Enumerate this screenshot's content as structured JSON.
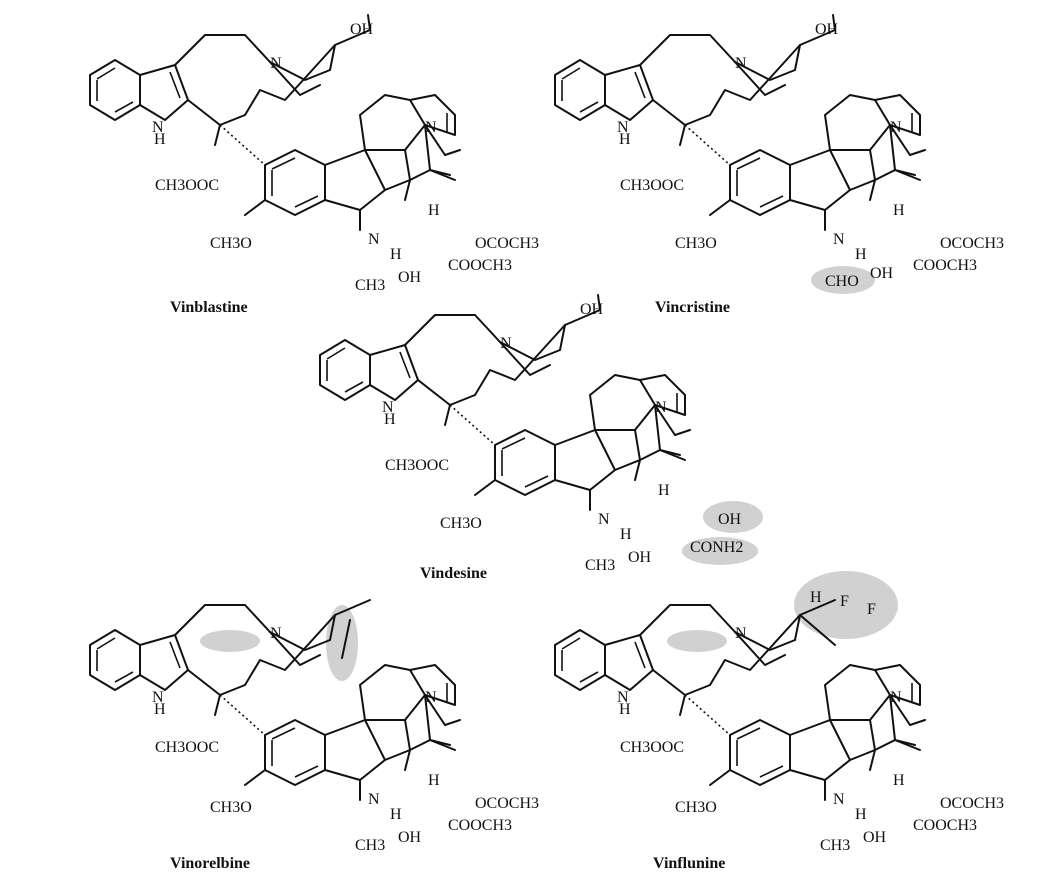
{
  "molecules": [
    {
      "name": "Vinblastine",
      "labels": {
        "oh_top": "OH",
        "nh": "N",
        "h": "H",
        "ester": "CH3OOC",
        "n_upper": "N",
        "n_lower": "N",
        "h_ring": "H",
        "h_ring2": "H",
        "methoxy": "CH3O",
        "n_me": "CH3",
        "oh": "OH",
        "ac": "OCOCH3",
        "ester2": "COOCH3",
        "n_side": "N"
      }
    },
    {
      "name": "Vincristine",
      "labels": {
        "oh_top": "OH",
        "nh": "N",
        "h": "H",
        "ester": "CH3OOC",
        "n_upper": "N",
        "n_lower": "N",
        "h_ring": "H",
        "h_ring2": "H",
        "methoxy": "CH3O",
        "n_me": "CHO",
        "oh": "OH",
        "ac": "OCOCH3",
        "ester2": "COOCH3",
        "n_side": "N"
      }
    },
    {
      "name": "Vindesine",
      "labels": {
        "oh_top": "OH",
        "nh": "N",
        "h": "H",
        "ester": "CH3OOC",
        "n_upper": "N",
        "n_lower": "N",
        "h_ring": "H",
        "h_ring2": "H",
        "methoxy": "CH3O",
        "n_me": "CH3",
        "oh": "OH",
        "ac": "OH",
        "ester2": "CONH2",
        "n_side": "N"
      }
    },
    {
      "name": "Vinorelbine",
      "labels": {
        "oh_top": "",
        "nh": "N",
        "h": "H",
        "ester": "CH3OOC",
        "n_upper": "N",
        "n_lower": "N",
        "h_ring": "H",
        "h_ring2": "H",
        "methoxy": "CH3O",
        "n_me": "CH3",
        "oh": "OH",
        "ac": "OCOCH3",
        "ester2": "COOCH3",
        "n_side": "N"
      }
    },
    {
      "name": "Vinflunine",
      "labels": {
        "oh_top": "",
        "h_top": "H",
        "f1": "F",
        "f2": "F",
        "nh": "N",
        "h": "H",
        "ester": "CH3OOC",
        "n_upper": "N",
        "n_lower": "N",
        "h_ring": "H",
        "h_ring2": "H",
        "methoxy": "CH3O",
        "n_me": "CH3",
        "oh": "OH",
        "ac": "OCOCH3",
        "ester2": "COOCH3",
        "n_side": "N"
      }
    }
  ]
}
